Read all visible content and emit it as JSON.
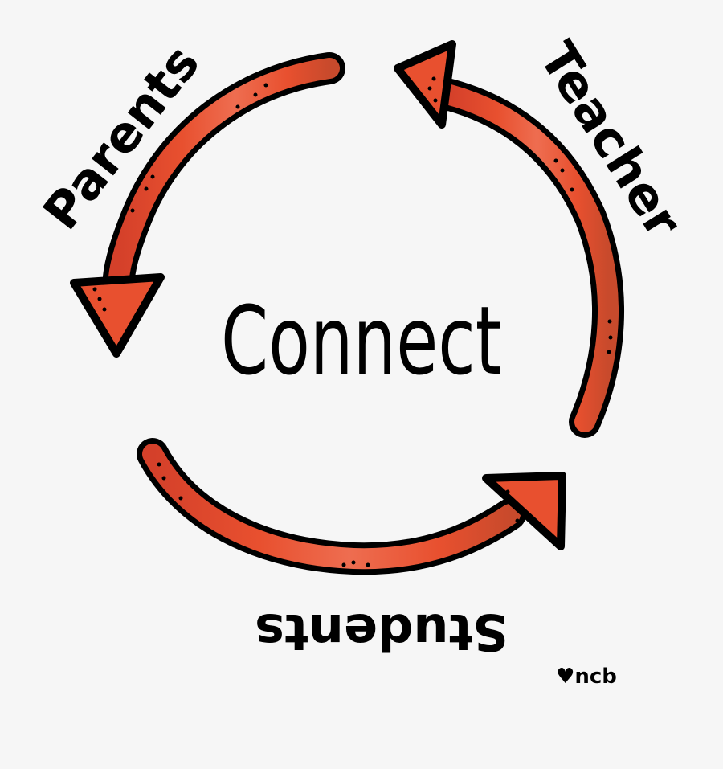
{
  "diagram": {
    "type": "cycle",
    "center_label": "Connect",
    "nodes": [
      {
        "id": "parents",
        "label": "Parents"
      },
      {
        "id": "teacher",
        "label": "Teacher"
      },
      {
        "id": "students",
        "label": "Students"
      }
    ],
    "edges": [
      {
        "from": "teacher",
        "to": "teacher-arrowhead-top",
        "direction": "counterclockwise"
      },
      {
        "from": "parents",
        "to": "parents-arrowhead-left",
        "direction": "counterclockwise"
      },
      {
        "from": "students",
        "to": "students-arrowhead-right",
        "direction": "counterclockwise"
      }
    ],
    "signature": "♥ncb",
    "colors": {
      "background": "#f6f6f6",
      "arrow_fill": "#e8502f",
      "arrow_fill_light": "#ee6d50",
      "arrow_fill_dark": "#c84a2c",
      "outline": "#000000",
      "text": "#000000"
    }
  }
}
